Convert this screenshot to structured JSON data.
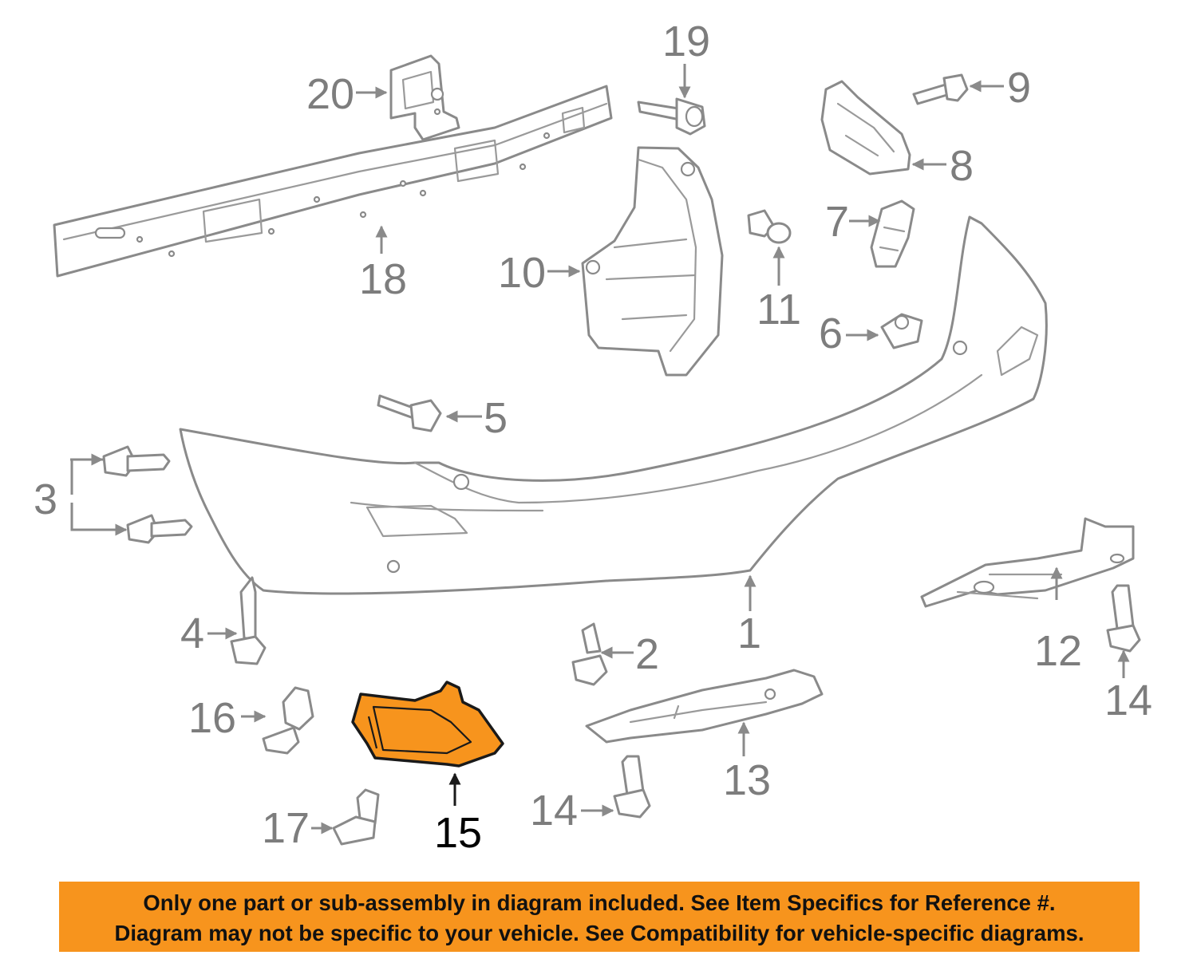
{
  "diagram": {
    "callouts": {
      "c1": "1",
      "c2": "2",
      "c3": "3",
      "c4": "4",
      "c5": "5",
      "c6": "6",
      "c7": "7",
      "c8": "8",
      "c9": "9",
      "c10": "10",
      "c11": "11",
      "c12": "12",
      "c13": "13",
      "c14a": "14",
      "c14b": "14",
      "c15": "15",
      "c16": "16",
      "c17": "17",
      "c18": "18",
      "c19": "19",
      "c20": "20"
    },
    "highlighted_part": "15",
    "highlight_color": "#f7941d",
    "line_color": "#8a8a8a"
  },
  "notice": {
    "line1": "Only one part or sub-assembly in diagram included. See Item Specifics for Reference #.",
    "line2": "Diagram may not be specific to your vehicle. See Compatibility for vehicle-specific diagrams."
  }
}
